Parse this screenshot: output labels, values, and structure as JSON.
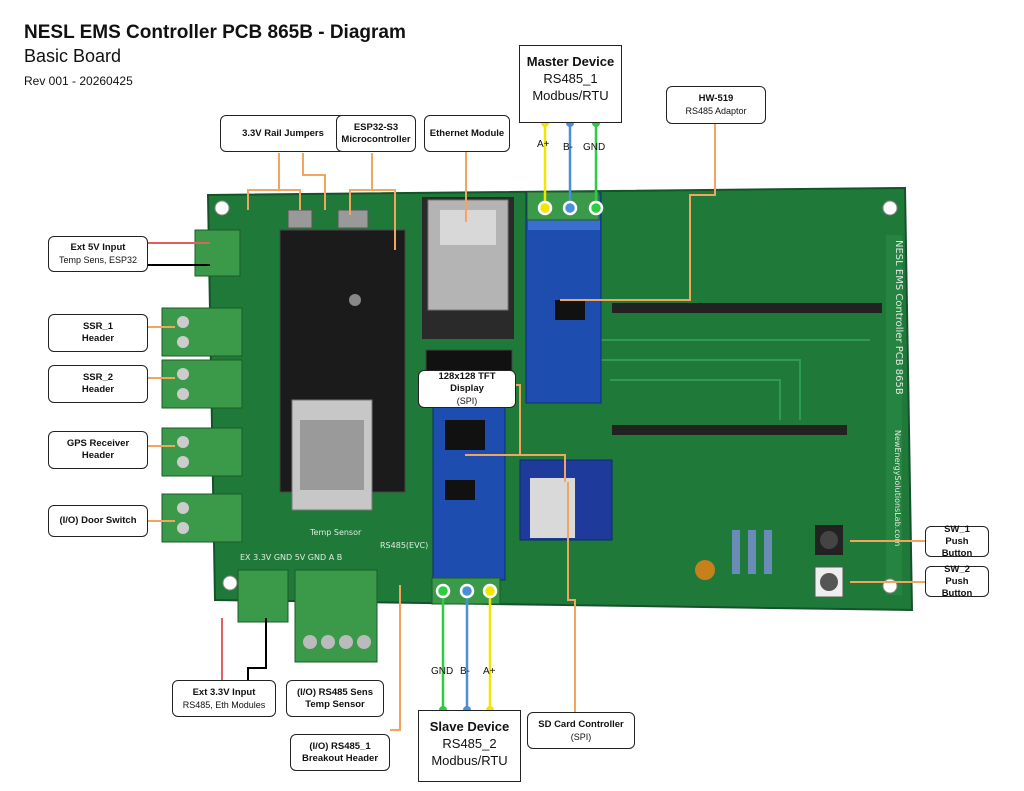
{
  "title": "NESL EMS Controller PCB 865B - Diagram",
  "subtitle": "Basic Board",
  "revision": "Rev 001 - 20260425",
  "callouts": {
    "rail_jumpers": {
      "label": "3.3V Rail Jumpers"
    },
    "esp32": {
      "label": "ESP32-S3",
      "sub": "Microcontroller"
    },
    "ethernet": {
      "label": "Ethernet Module"
    },
    "ext5v": {
      "label": "Ext 5V Input",
      "sub": "Temp Sens, ESP32"
    },
    "ssr1": {
      "label": "SSR_1",
      "sub": "Header"
    },
    "ssr2": {
      "label": "SSR_2",
      "sub": "Header"
    },
    "gps": {
      "label": "GPS Receiver",
      "sub": "Header"
    },
    "door": {
      "label": "(I/O) Door Switch"
    },
    "tft": {
      "label": "128x128 TFT Display",
      "sub": "(SPI)"
    },
    "hw519": {
      "label": "HW-519",
      "sub": "RS485 Adaptor"
    },
    "sw1": {
      "label": "SW_1",
      "sub": "Push Button"
    },
    "sw2": {
      "label": "SW_2",
      "sub": "Push Button"
    },
    "ext33": {
      "label": "Ext 3.3V Input",
      "sub": "RS485, Eth Modules"
    },
    "rs485sens": {
      "label": "(I/O) RS485 Sens",
      "sub": "Temp Sensor"
    },
    "rs485_1": {
      "label": "(I/O) RS485_1",
      "sub": "Breakout Header"
    },
    "sdcard": {
      "label": "SD Card Controller",
      "sub": "(SPI)"
    }
  },
  "master_device": {
    "name": "Master Device",
    "bus": "RS485_1",
    "protocol": "Modbus/RTU"
  },
  "slave_device": {
    "name": "Slave Device",
    "bus": "RS485_2",
    "protocol": "Modbus/RTU"
  },
  "wires": {
    "a_plus": "A+",
    "b_minus": "B-",
    "gnd": "GND"
  },
  "colors": {
    "leader": "#f3a55d",
    "wire_a": "#f2e600",
    "wire_b": "#4a90d9",
    "wire_gnd": "#2ecc40",
    "wire_pos": "#e06060",
    "wire_neg": "#000000",
    "pcb": "#1f7a3a",
    "terminal": "#3a9a4a"
  }
}
